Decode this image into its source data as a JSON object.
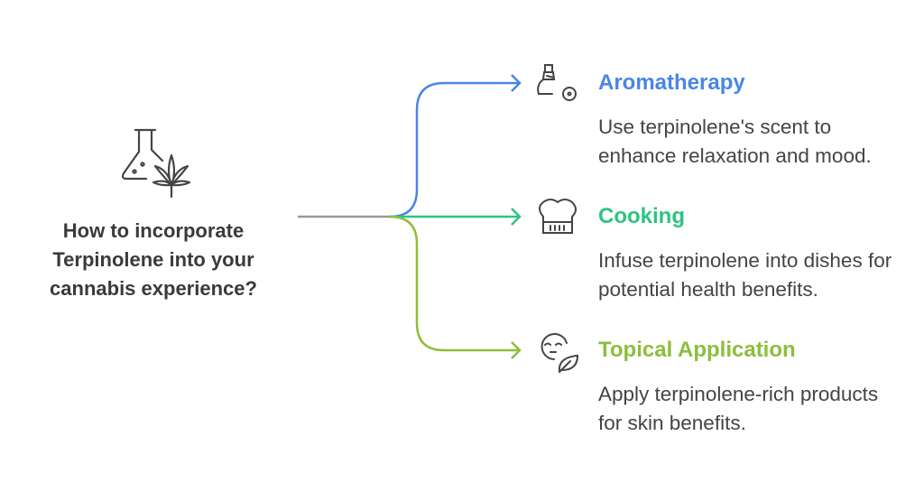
{
  "question": {
    "lines": [
      "How to incorporate",
      "Terpinolene into your",
      "cannabis experience?"
    ],
    "icon": "flask-cannabis-leaf-icon"
  },
  "branches": [
    {
      "title": "Aromatherapy",
      "description": "Use terpinolene's scent to enhance relaxation and mood.",
      "color": "#4A86E8",
      "icon": "perfume-flower-icon"
    },
    {
      "title": "Cooking",
      "description": "Infuse terpinolene into dishes for potential health benefits.",
      "color": "#2DC57F",
      "icon": "chef-hat-icon"
    },
    {
      "title": "Topical Application",
      "description": "Apply terpinolene-rich products for skin benefits.",
      "color": "#8DBE3C",
      "icon": "face-leaf-icon"
    }
  ],
  "colors": {
    "stem": "#999999",
    "icon": "#444444",
    "text": "#3a3a3a"
  }
}
